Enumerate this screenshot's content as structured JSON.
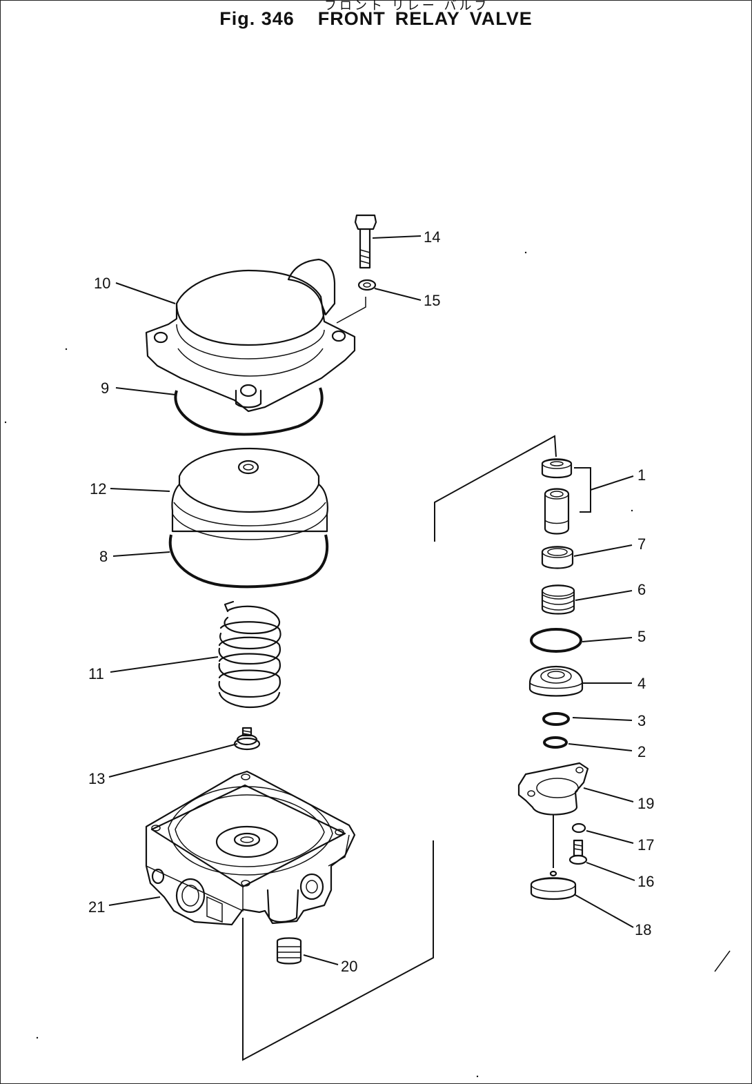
{
  "figure": {
    "title_jp": "フロント リレー バルブ",
    "fig_label": "Fig. 346",
    "title_words": [
      "FRONT",
      "RELAY",
      "VALVE"
    ]
  },
  "callouts": {
    "c1": "1",
    "c2": "2",
    "c3": "3",
    "c4": "4",
    "c5": "5",
    "c6": "6",
    "c7": "7",
    "c8": "8",
    "c9": "9",
    "c10": "10",
    "c11": "11",
    "c12": "12",
    "c13": "13",
    "c14": "14",
    "c15": "15",
    "c16": "16",
    "c17": "17",
    "c18": "18",
    "c19": "19",
    "c20": "20",
    "c21": "21"
  },
  "colors": {
    "ink": "#111111",
    "paper": "#ffffff"
  }
}
